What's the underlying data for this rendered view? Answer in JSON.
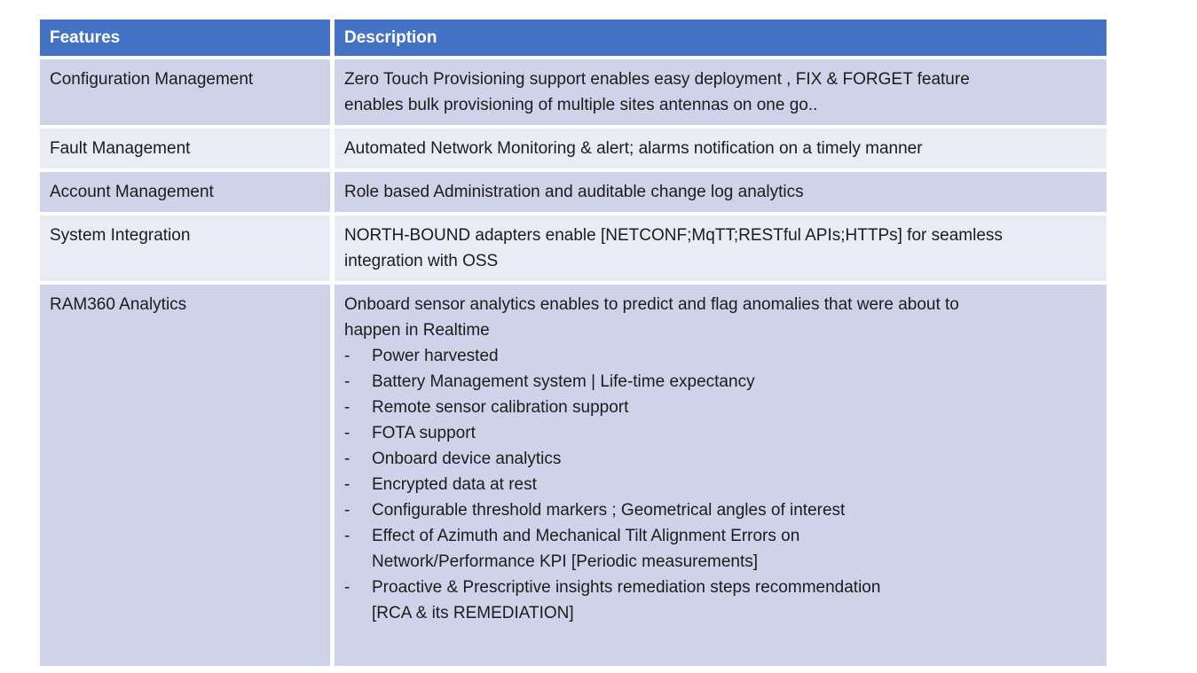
{
  "table": {
    "bullet_marker": "-",
    "colors": {
      "header_bg": "#4472C4",
      "header_text": "#FFFFFF",
      "band_dark": "#CED3E9",
      "band_light": "#E9EBF5",
      "body_text": "#1C1C1C"
    },
    "columns": [
      "Features",
      "Description"
    ],
    "rows": [
      {
        "feature": "Configuration Management",
        "lines": [
          "Zero Touch Provisioning support enables easy deployment , FIX & FORGET feature",
          "enables  bulk provisioning of multiple sites antennas on one go.."
        ]
      },
      {
        "feature": "Fault Management",
        "lines": [
          "Automated Network Monitoring & alert; alarms notification on a timely manner"
        ]
      },
      {
        "feature": "Account Management",
        "lines": [
          "Role based Administration and auditable change log analytics"
        ]
      },
      {
        "feature": "System Integration",
        "lines": [
          "NORTH-BOUND adapters enable [NETCONF;MqTT;RESTful APIs;HTTPs] for seamless",
          "integration with OSS"
        ]
      },
      {
        "feature": "RAM360 Analytics",
        "lines": [
          "Onboard sensor analytics enables to predict and flag anomalies that were about to",
          "happen in Realtime"
        ],
        "bullets": [
          [
            "Power harvested"
          ],
          [
            "Battery Management system | Life-time expectancy"
          ],
          [
            "Remote sensor calibration support"
          ],
          [
            "FOTA support"
          ],
          [
            "Onboard device analytics"
          ],
          [
            "Encrypted data at rest"
          ],
          [
            "Configurable threshold markers ; Geometrical angles of interest"
          ],
          [
            "Effect of Azimuth and Mechanical Tilt Alignment Errors on",
            "Network/Performance KPI [Periodic measurements]"
          ],
          [
            "Proactive & Prescriptive insights remediation steps recommendation",
            "[RCA & its REMEDIATION]"
          ]
        ]
      }
    ]
  }
}
